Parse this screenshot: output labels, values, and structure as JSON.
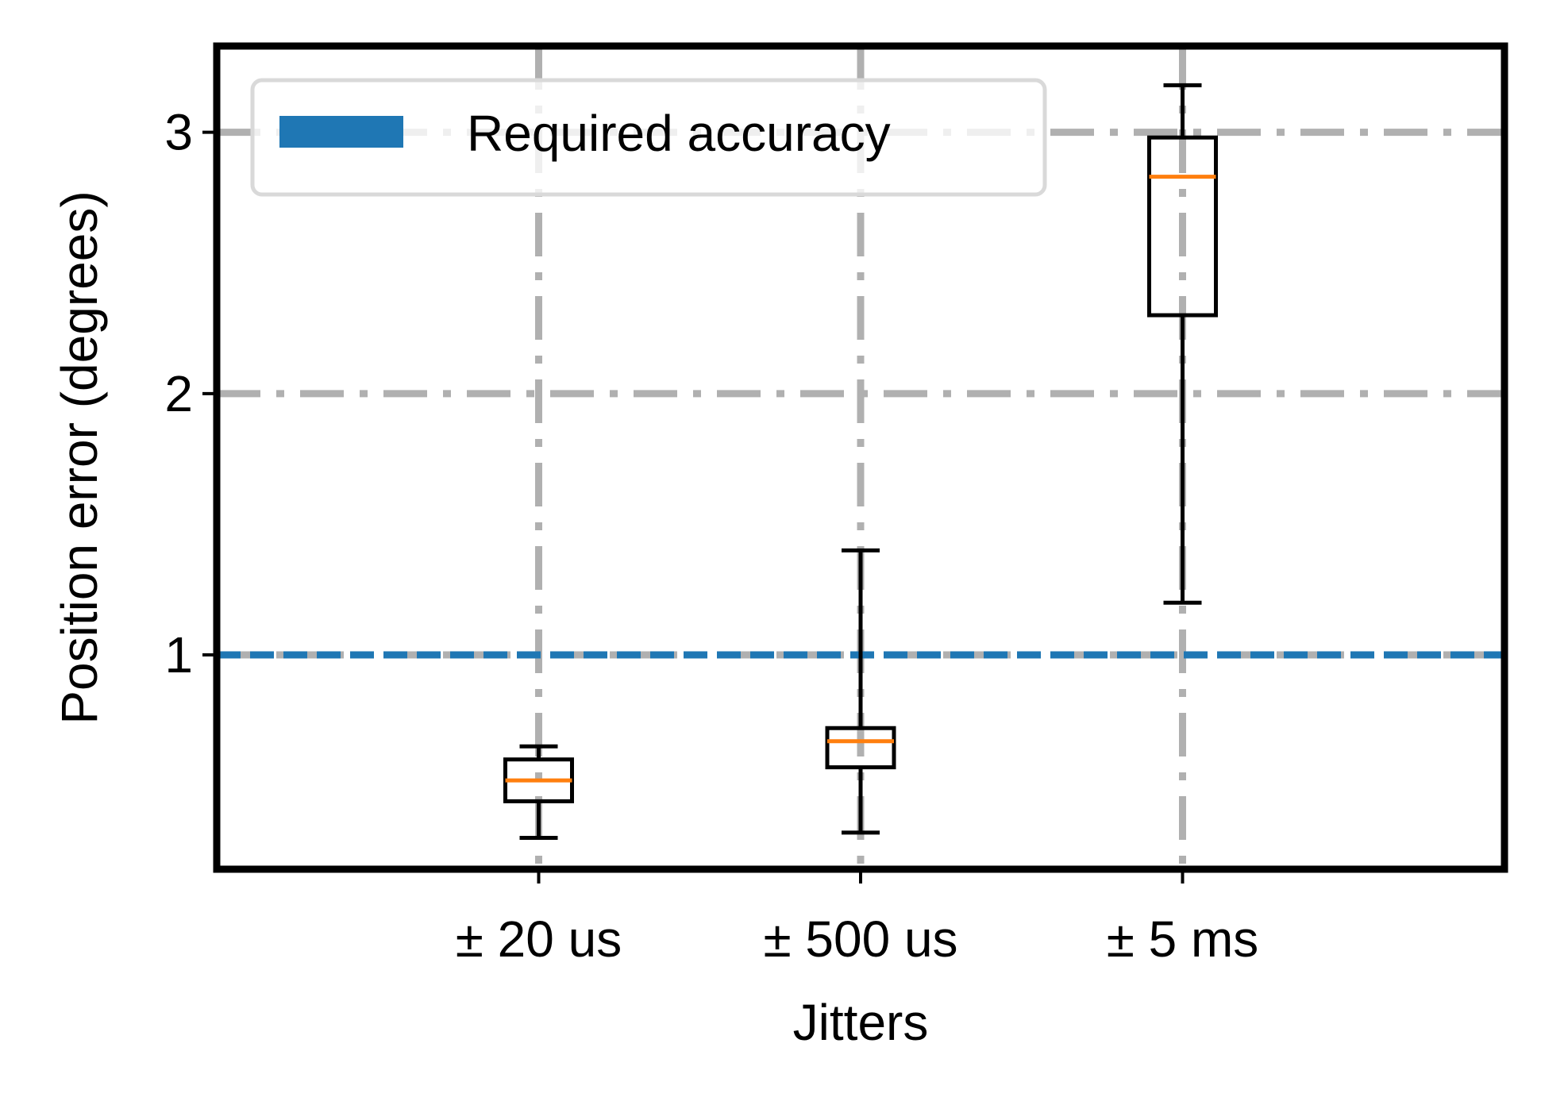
{
  "chart_data": {
    "type": "box",
    "title": "",
    "xlabel": "Jitters",
    "ylabel": "Position error (degrees)",
    "ylim": [
      0.18,
      3.33
    ],
    "yticks": [
      1,
      2,
      3
    ],
    "grid": true,
    "categories": [
      "± 20 us",
      "± 500 us",
      "± 5 ms"
    ],
    "boxes": [
      {
        "whisker_low": 0.3,
        "q1": 0.44,
        "median": 0.52,
        "q3": 0.6,
        "whisker_high": 0.65
      },
      {
        "whisker_low": 0.32,
        "q1": 0.57,
        "median": 0.67,
        "q3": 0.72,
        "whisker_high": 1.4
      },
      {
        "whisker_low": 1.2,
        "q1": 2.3,
        "median": 2.83,
        "q3": 2.98,
        "whisker_high": 3.18
      }
    ],
    "reference_line": {
      "y": 1.0,
      "name": "Required accuracy"
    },
    "legend_position": "top-left",
    "colors": {
      "reference": "#1f77b4",
      "median": "#ff7f0e",
      "grid": "#b0b0b0",
      "box": "#000000"
    }
  }
}
